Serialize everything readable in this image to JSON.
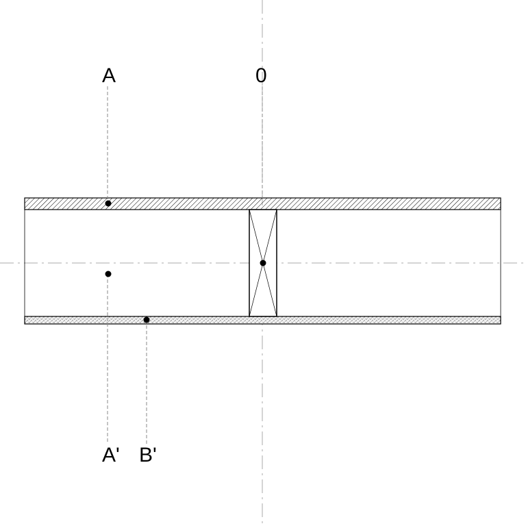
{
  "labels": {
    "a": "A",
    "origin": "0",
    "a_prime": "A'",
    "b_prime": "B'"
  },
  "colors": {
    "ink": "#000000",
    "guide": "#888888",
    "centerline": "#aaaaaa",
    "background": "#ffffff"
  }
}
